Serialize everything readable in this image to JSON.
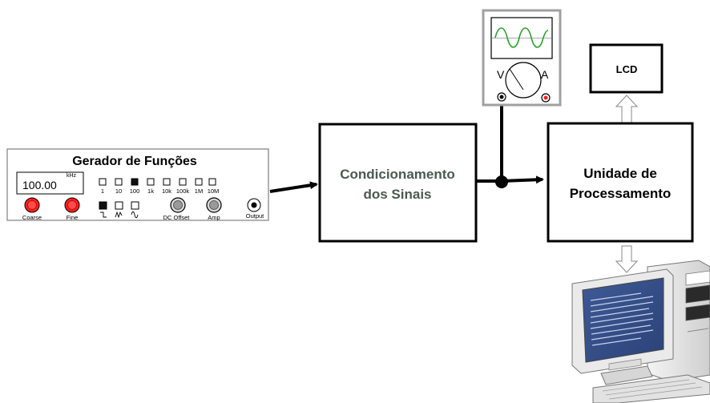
{
  "generator": {
    "title": "Gerador de Funções",
    "display_value": "100.00",
    "display_unit": "kHz",
    "range_labels": [
      "1",
      "10",
      "100",
      "1k",
      "10k",
      "100k",
      "1M",
      "10M"
    ],
    "selected_range": "100",
    "knob_labels": {
      "coarse": "Coarse",
      "fine": "Fine",
      "dc_offset": "DC Offset",
      "amp": "Amp",
      "output": "Output"
    },
    "waveforms": [
      "square",
      "triangle",
      "sine"
    ],
    "selected_waveform": "square"
  },
  "conditioning": {
    "line1": "Condicionamento",
    "line2": "dos Sinais"
  },
  "processing": {
    "line1": "Unidade de",
    "line2": "Processamento"
  },
  "scope": {
    "v_label": "V",
    "a_label": "A"
  },
  "lcd": {
    "label": "LCD"
  },
  "icons": [
    "sine-wave-icon",
    "computer-icon",
    "up-arrow-icon",
    "down-arrow-icon"
  ],
  "colors": {
    "knob_red": "#ff2020",
    "scope_wave": "#2aa12a",
    "conditioning_text": "#4a5a50",
    "scope_frame": "#a0a0a0"
  }
}
